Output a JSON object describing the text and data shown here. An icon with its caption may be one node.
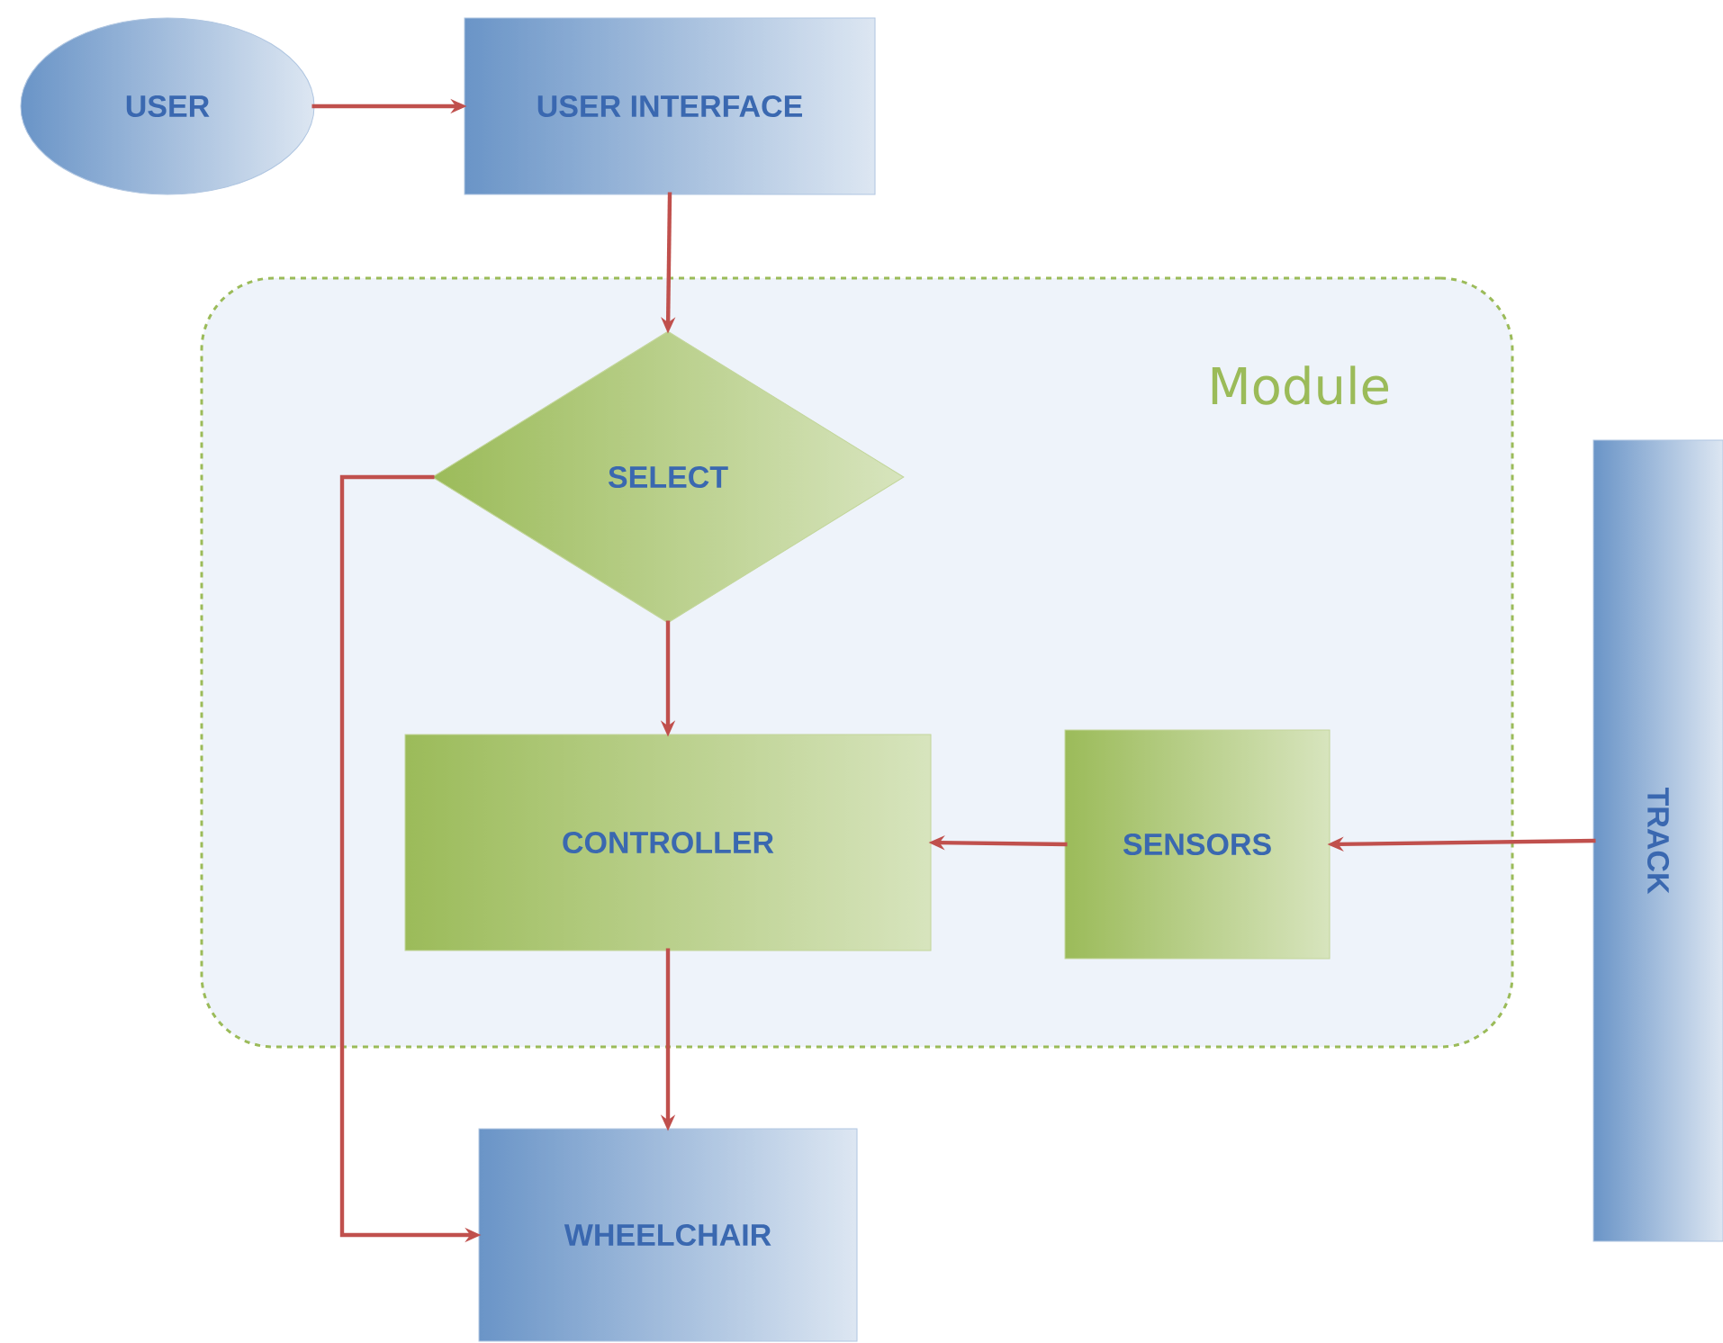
{
  "diagram": {
    "nodes": [
      {
        "text": [
          "USER"
        ]
      },
      {
        "text": [
          "USER INTERFACE"
        ]
      },
      {
        "text": [
          "Module"
        ]
      },
      {
        "text": [
          "SELECT"
        ],
        "in": 2
      },
      {
        "text": [
          "CONTROLLER"
        ],
        "in": 2
      },
      {
        "text": [
          "SENSORS"
        ],
        "in": 2
      },
      {
        "text": [
          "TRACK"
        ]
      },
      {
        "text": [
          "WHEELCHAIR"
        ]
      }
    ],
    "edges": [
      {
        "from": 0,
        "to": 1,
        "arrow": "to"
      },
      {
        "from": 1,
        "to": 3,
        "arrow": "to"
      },
      {
        "from": 3,
        "to": 4,
        "arrow": "to"
      },
      {
        "from": 3,
        "to": 7,
        "arrow": "to"
      },
      {
        "from": 5,
        "to": 4,
        "arrow": "to"
      },
      {
        "from": 6,
        "to": 5,
        "arrow": "to"
      },
      {
        "from": 4,
        "to": 7,
        "arrow": "to"
      }
    ]
  }
}
